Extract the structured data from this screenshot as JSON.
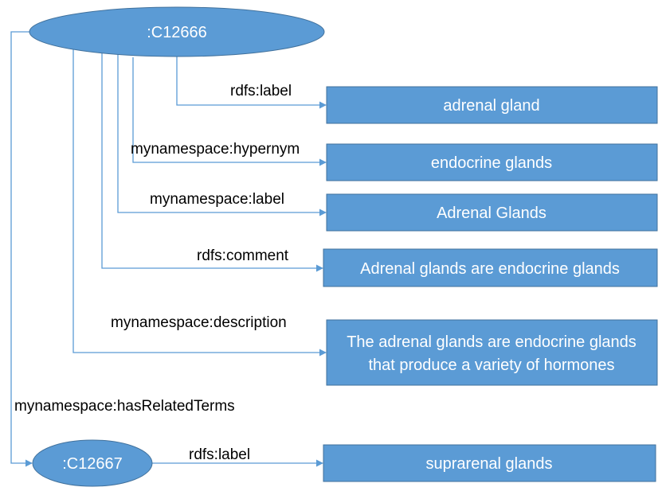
{
  "colors": {
    "node_fill": "#5b9bd5",
    "node_stroke": "#41719c",
    "edge": "#5b9bd5",
    "label_text": "#000000",
    "node_text": "#ffffff"
  },
  "nodes": {
    "c12666": ":C12666",
    "c12667": ":C12667"
  },
  "literals": {
    "adrenal_gland": "adrenal gland",
    "endocrine_glands": "endocrine glands",
    "adrenal_glands_cap": "Adrenal Glands",
    "comment": "Adrenal glands are endocrine glands",
    "description_line1": "The adrenal glands are endocrine glands",
    "description_line2": "that produce a variety of hormones",
    "suprarenal_glands": "suprarenal glands"
  },
  "edges": {
    "rdfs_label_1": "rdfs:label",
    "hypernym": "mynamespace:hypernym",
    "my_label": "mynamespace:label",
    "rdfs_comment": "rdfs:comment",
    "description": "mynamespace:description",
    "has_related_terms": "mynamespace:hasRelatedTerms",
    "rdfs_label_2": "rdfs:label"
  }
}
